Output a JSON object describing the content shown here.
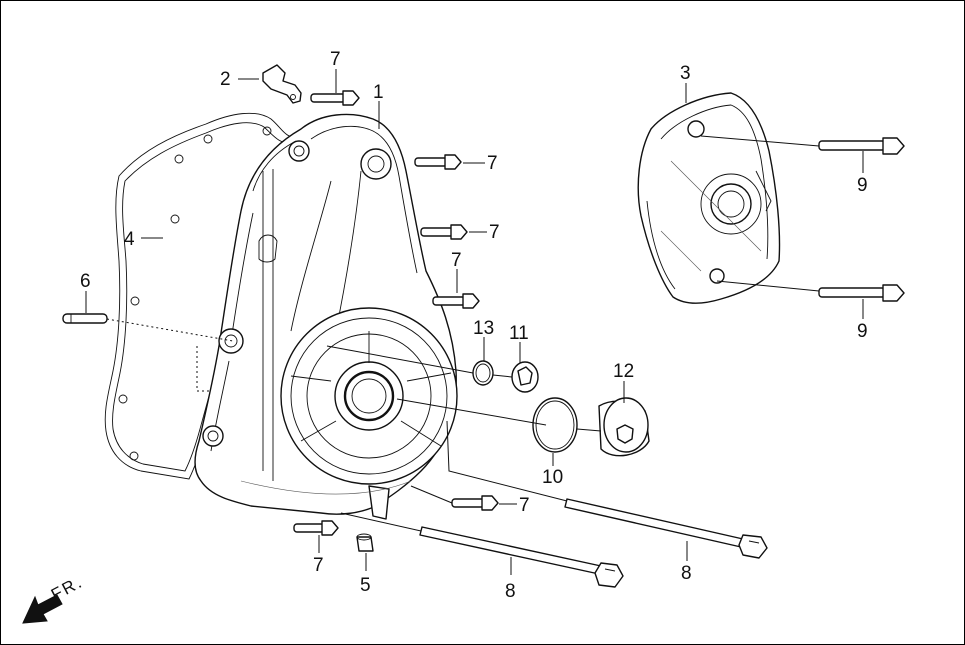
{
  "callouts": {
    "c1": "1",
    "c2": "2",
    "c3": "3",
    "c4": "4",
    "c5": "5",
    "c6": "6",
    "c7": "7",
    "c8": "8",
    "c9": "9",
    "c10": "10",
    "c11": "11",
    "c12": "12",
    "c13": "13"
  },
  "front_marker": {
    "label": "FR."
  },
  "colors": {
    "line": "#111111",
    "background": "#ffffff"
  }
}
